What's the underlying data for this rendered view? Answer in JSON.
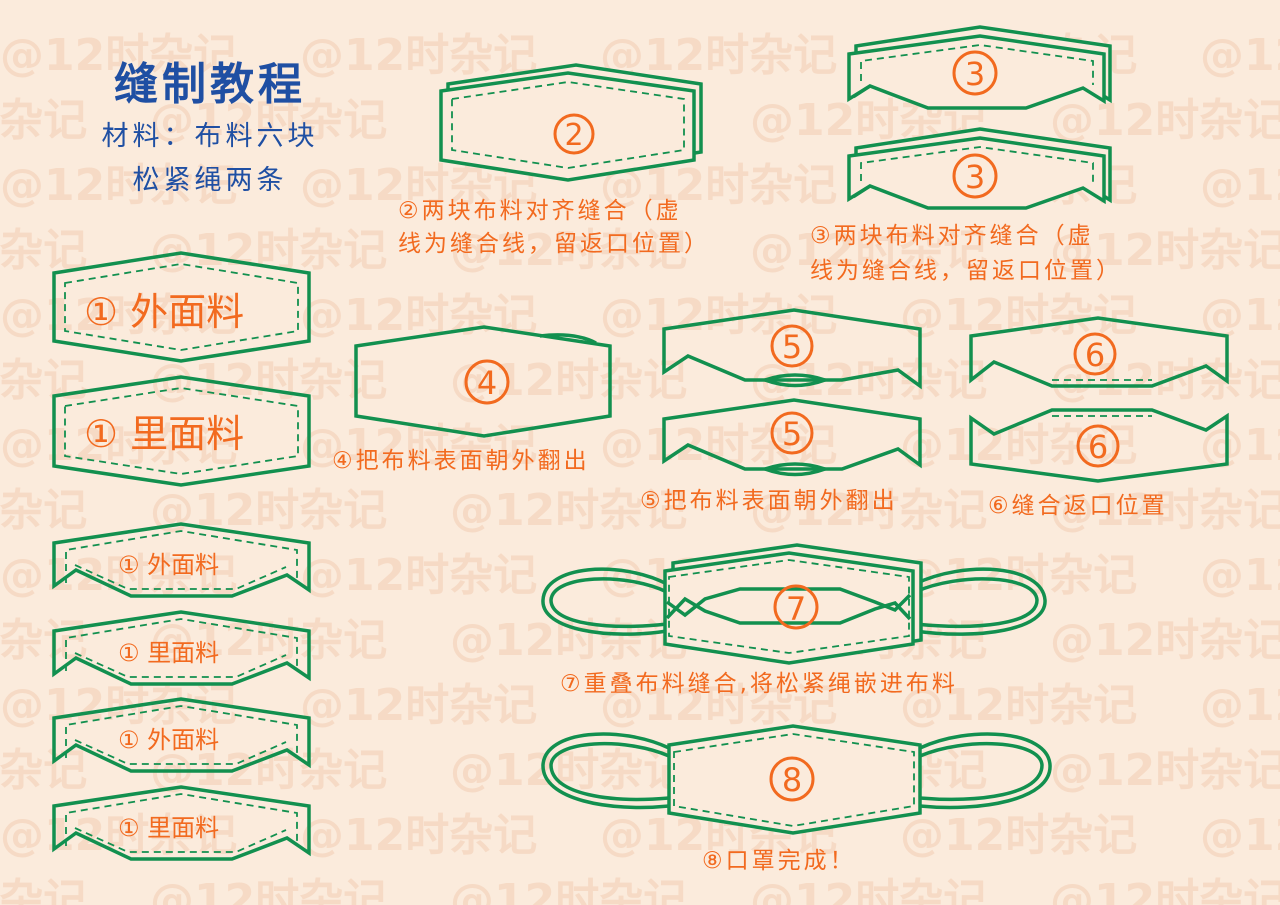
{
  "header": {
    "title": "缝制教程",
    "materials_line1": "材料：布料六块",
    "materials_line2": "松紧绳两条"
  },
  "watermark": "@12时杂记",
  "colors": {
    "background": "#fbebdc",
    "outline_green": "#12904f",
    "accent_orange": "#f26a1f",
    "title_blue": "#1f4fa3",
    "watermark": "#f6dac5"
  },
  "pieces": {
    "large_outer": "① 外面料",
    "large_inner": "① 里面料",
    "small": [
      "① 外面料",
      "① 里面料",
      "① 外面料",
      "① 里面料"
    ]
  },
  "steps": [
    {
      "num": "②",
      "caption_line1": "②两块布料对齐缝合（虚",
      "caption_line2": "线为缝合线，留返口位置）"
    },
    {
      "num": "③",
      "caption_line1": "③两块布料对齐缝合（虚",
      "caption_line2": "线为缝合线，留返口位置）"
    },
    {
      "num": "④",
      "caption": "④把布料表面朝外翻出"
    },
    {
      "num": "⑤",
      "caption": "⑤把布料表面朝外翻出"
    },
    {
      "num": "⑥",
      "caption": "⑥缝合返口位置"
    },
    {
      "num": "⑦",
      "caption": "⑦重叠布料缝合,将松紧绳嵌进布料"
    },
    {
      "num": "⑧",
      "caption": "⑧口罩完成！"
    }
  ]
}
